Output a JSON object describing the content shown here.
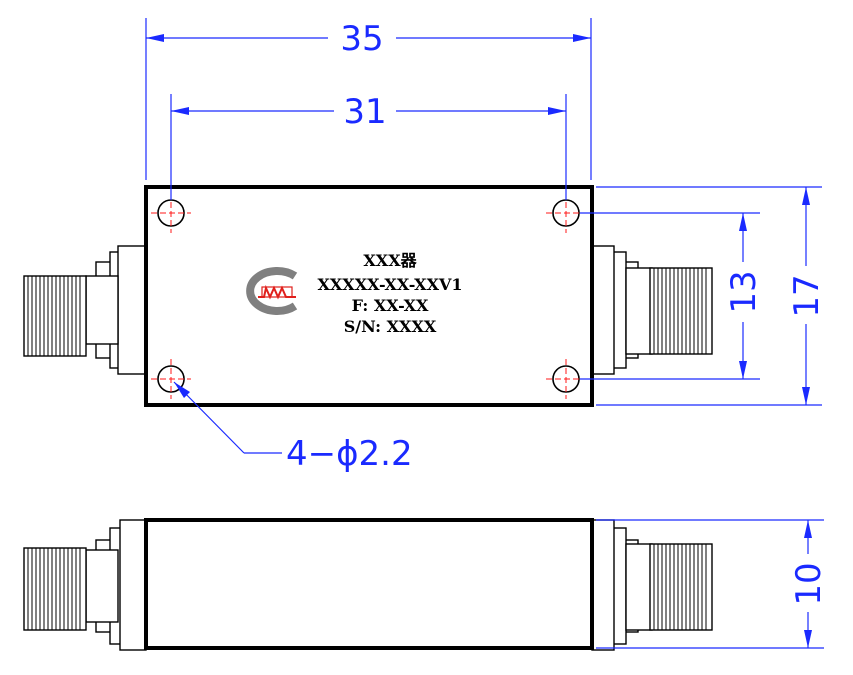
{
  "dimensions": {
    "overall_width": "35",
    "hole_spacing_x": "31",
    "hole_spacing_y": "13",
    "overall_height": "17",
    "thickness": "10",
    "hole_callout": "4−ϕ2.2"
  },
  "label": {
    "name": "XXX器",
    "model": "XXXXX-XX-XXV1",
    "frequency": "F: XX-XX",
    "serial": "S/N: XXXX"
  },
  "logo": {
    "text": "MW",
    "colors": {
      "ring": "#808080",
      "accent": "#e0201c"
    }
  },
  "colors": {
    "dimension": "#1a2aff",
    "centerline": "#ff1a1a",
    "outline": "#000000"
  }
}
